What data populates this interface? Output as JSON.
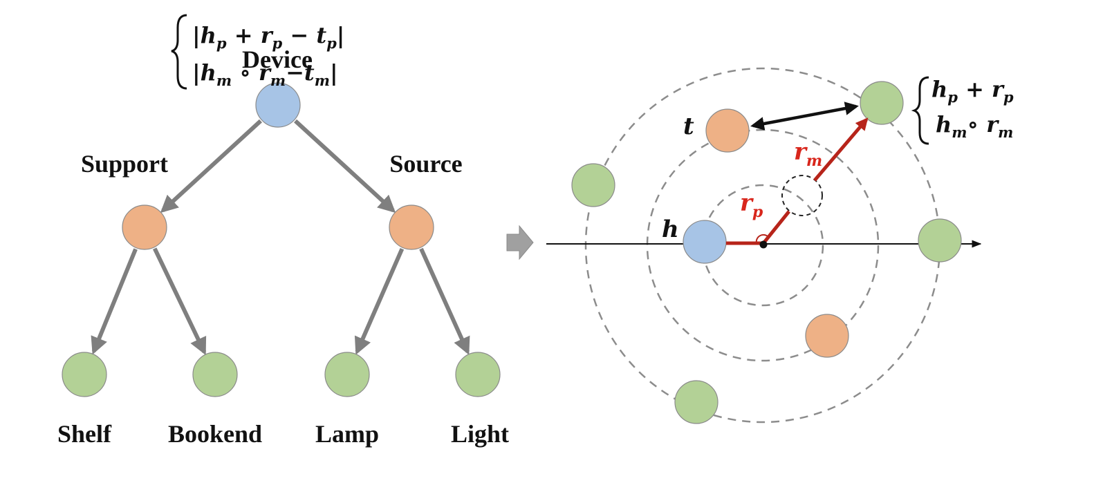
{
  "colors": {
    "blue": "#a7c4e6",
    "orange": "#eeb186",
    "green": "#b3d196",
    "node_stroke": "#8a8a8a",
    "tree_edge": "#7f7f7f",
    "dashed": "#8c8c8c",
    "red": "#b7241a",
    "red_text": "#d8261c",
    "black": "#111111",
    "transition_arrow": "#a0a0a0"
  },
  "tree": {
    "nodes": [
      {
        "id": "device",
        "label": "Device",
        "color": "blue"
      },
      {
        "id": "support",
        "label": "Support",
        "color": "orange"
      },
      {
        "id": "source",
        "label": "Source",
        "color": "orange"
      },
      {
        "id": "shelf",
        "label": "Shelf",
        "color": "green"
      },
      {
        "id": "bookend",
        "label": "Bookend",
        "color": "green"
      },
      {
        "id": "lamp",
        "label": "Lamp",
        "color": "green"
      },
      {
        "id": "light",
        "label": "Light",
        "color": "green"
      }
    ],
    "edges": [
      [
        "device",
        "support"
      ],
      [
        "device",
        "source"
      ],
      [
        "support",
        "shelf"
      ],
      [
        "support",
        "bookend"
      ],
      [
        "source",
        "lamp"
      ],
      [
        "source",
        "light"
      ]
    ]
  },
  "transition_icon": "right-arrow-icon",
  "embedding": {
    "head_label": "h",
    "tail_label": "t",
    "rp_label": {
      "base": "r",
      "sub": "p"
    },
    "rm_label": {
      "base": "r",
      "sub": "m"
    },
    "distance_formula": {
      "line1": {
        "pre": "|",
        "h": "h",
        "hs": "p",
        "op1": " + ",
        "r": "r",
        "rs": "p",
        "op2": " − ",
        "t": "t",
        "ts": "p",
        "post": "|"
      },
      "line2": {
        "pre": "|",
        "h": "h",
        "hs": "m",
        "op1": " ∘ ",
        "r": "r",
        "rs": "m",
        "op2": "−",
        "t": "t",
        "ts": "m",
        "post": "|"
      }
    },
    "projection_formula": {
      "line1": {
        "h": "h",
        "hs": "p",
        "op": " + ",
        "r": "r",
        "rs": "p"
      },
      "line2": {
        "h": "h",
        "hs": "m",
        "op": "∘ ",
        "r": "r",
        "rs": "m"
      }
    }
  }
}
